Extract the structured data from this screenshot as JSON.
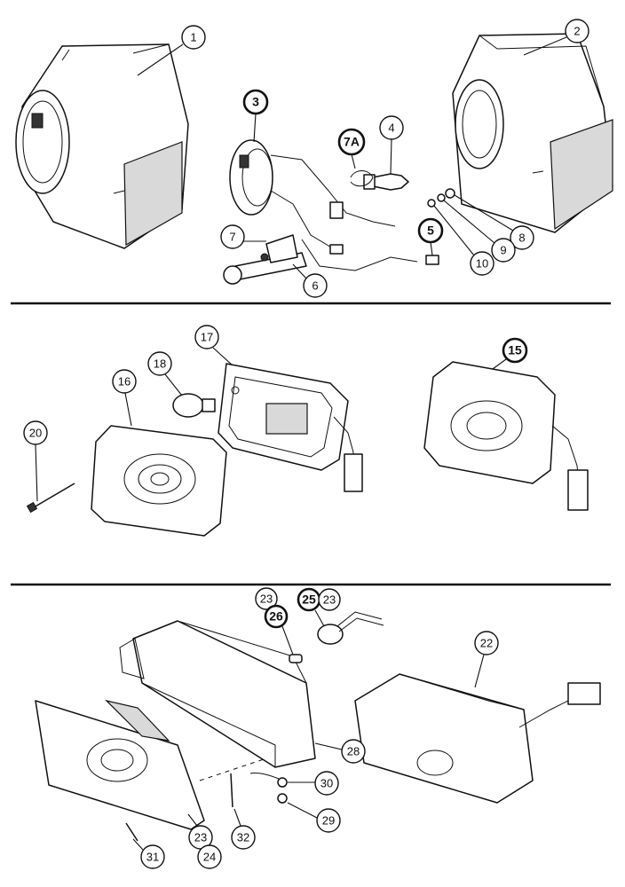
{
  "callouts": [
    {
      "label": "1",
      "bold": false
    },
    {
      "label": "2",
      "bold": false
    },
    {
      "label": "3",
      "bold": true
    },
    {
      "label": "4",
      "bold": false
    },
    {
      "label": "7A",
      "bold": true
    },
    {
      "label": "5",
      "bold": true
    },
    {
      "label": "7",
      "bold": false
    },
    {
      "label": "6",
      "bold": false
    },
    {
      "label": "8",
      "bold": false
    },
    {
      "label": "9",
      "bold": false
    },
    {
      "label": "10",
      "bold": false
    },
    {
      "label": "17",
      "bold": false
    },
    {
      "label": "18",
      "bold": false
    },
    {
      "label": "16",
      "bold": false
    },
    {
      "label": "15",
      "bold": true
    },
    {
      "label": "20",
      "bold": false
    },
    {
      "label": "23",
      "bold": false
    },
    {
      "label": "26",
      "bold": true
    },
    {
      "label": "25",
      "bold": true
    },
    {
      "label": "23",
      "bold": false
    },
    {
      "label": "22",
      "bold": false
    },
    {
      "label": "28",
      "bold": false
    },
    {
      "label": "30",
      "bold": false
    },
    {
      "label": "29",
      "bold": false
    },
    {
      "label": "32",
      "bold": false
    },
    {
      "label": "23",
      "bold": false
    },
    {
      "label": "24",
      "bold": false
    },
    {
      "label": "31",
      "bold": false
    }
  ]
}
